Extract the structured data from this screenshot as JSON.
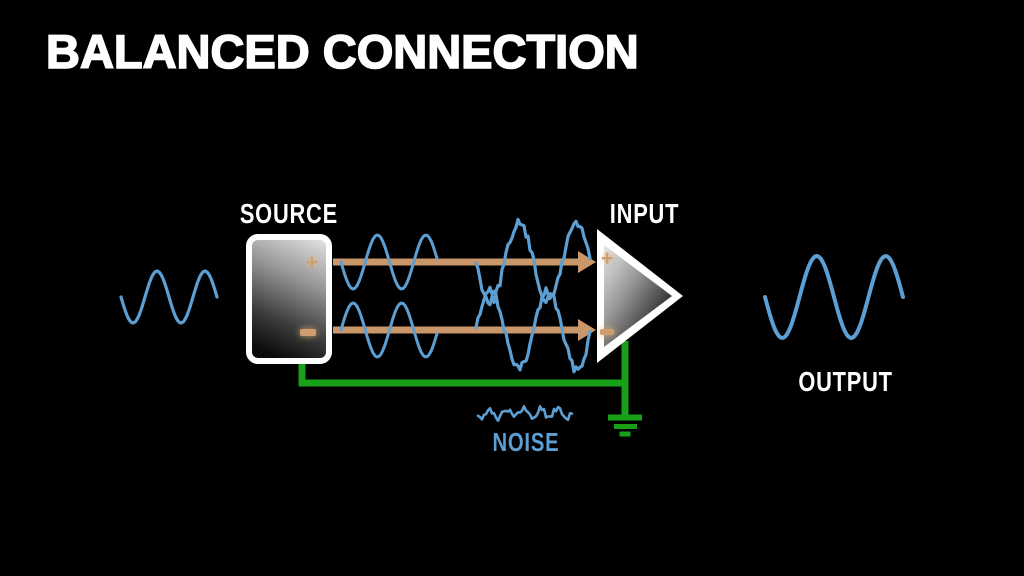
{
  "title": "BALANCED CONNECTION",
  "labels": {
    "source": "SOURCE",
    "input": "INPUT",
    "output": "OUTPUT",
    "noise": "NOISE"
  },
  "terminals": {
    "plus": "+",
    "minus": "−"
  },
  "colors": {
    "background": "#000000",
    "text_white": "#ffffff",
    "signal_blue": "#5d9fd3",
    "wire_tan": "#c9976a",
    "terminal_tan": "#cf9e6e",
    "ground_green": "#18a018",
    "box_border_white": "#ffffff"
  },
  "diagram_meaning": {
    "left_wave": "clean source signal",
    "hot_line": "positive (+) signal line, clean then with induced noise",
    "cold_line": "inverted (−) signal line, clean then with induced noise",
    "ground_wire": "shield/ground connection from source to input with earth symbol",
    "right_wave": "clean recovered output signal"
  }
}
